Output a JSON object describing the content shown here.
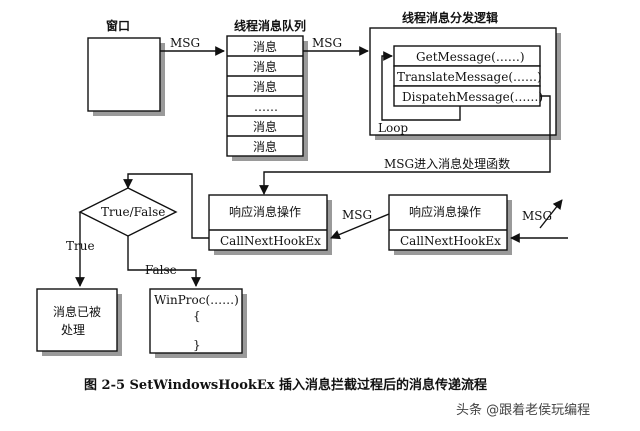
{
  "labels": {
    "window": "窗口",
    "queue_title": "线程消息队列",
    "queue_items": [
      "消息",
      "消息",
      "消息",
      "……",
      "消息",
      "消息"
    ],
    "dispatch_title": "线程消息分发逻辑",
    "get_message": "GetMessage(……)",
    "translate_message": "TranslateMessage(……)",
    "dispatch_message": "DispatehMessage(……)",
    "loop": "Loop",
    "msg": "MSG",
    "msg_enter": "MSG进入消息处理函数",
    "respond": "响应消息操作",
    "call_next": "CallNextHookEx",
    "true_false": "True/False",
    "true": "True",
    "false": "False",
    "handled_line1": "消息已被",
    "handled_line2": "处理",
    "winproc": "WinProc(……)",
    "brace_open": "{",
    "brace_close": "}"
  },
  "caption": "图 2-5    SetWindowsHookEx 插入消息拦截过程后的消息传递流程",
  "watermark": "头条 @跟着老侯玩编程"
}
